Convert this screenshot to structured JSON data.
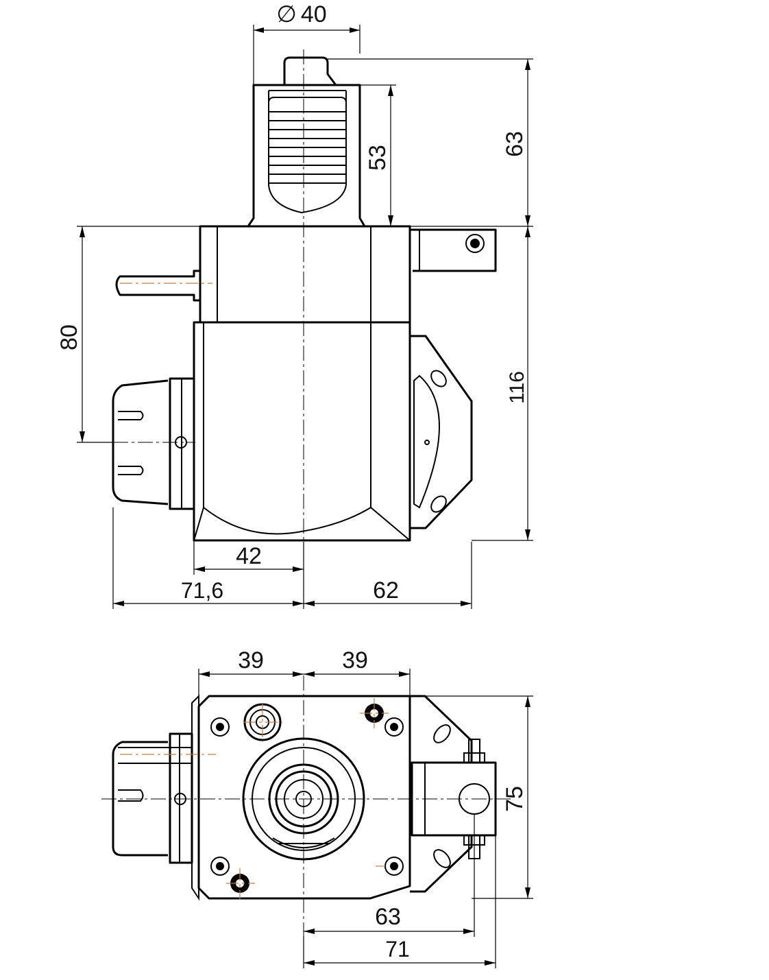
{
  "colors": {
    "line": "#000000",
    "center_line_accent": "#c87a3a",
    "background": "#ffffff"
  },
  "side_view": {
    "dims": {
      "diameter_symbol": "∅",
      "diameter": "40",
      "shank_length": "53",
      "total_shank_height": "63",
      "body_height": "116",
      "spindle_offset": "80",
      "half_width_left": "42",
      "left_reach": "71,6",
      "right_reach": "62"
    }
  },
  "bottom_view": {
    "dims": {
      "left_half": "39",
      "right_half": "39",
      "depth": "75",
      "offset_63": "63",
      "offset_71": "71"
    }
  }
}
